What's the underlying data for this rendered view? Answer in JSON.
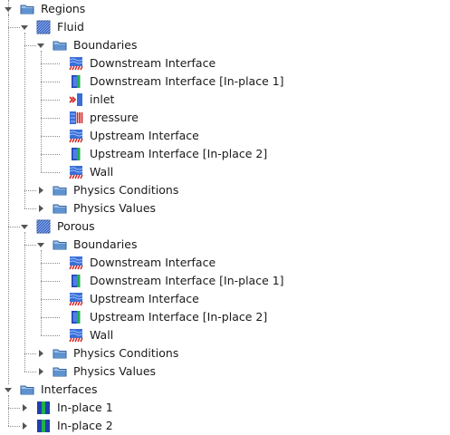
{
  "tree": [
    {
      "id": "regions",
      "label": "Regions",
      "icon": "folder",
      "level": 0,
      "expanded": true,
      "has_children": true
    },
    {
      "id": "fluid",
      "label": "Fluid",
      "icon": "region",
      "level": 1,
      "expanded": true,
      "has_children": true
    },
    {
      "id": "fluid-boundaries",
      "label": "Boundaries",
      "icon": "folder",
      "level": 2,
      "expanded": true,
      "has_children": true
    },
    {
      "id": "fluid-downstream",
      "label": "Downstream Interface",
      "icon": "boundary-wall",
      "level": 3,
      "has_children": false
    },
    {
      "id": "fluid-downstream-inplace1",
      "label": "Downstream Interface [In-place 1]",
      "icon": "boundary-interface",
      "level": 3,
      "has_children": false
    },
    {
      "id": "fluid-inlet",
      "label": "inlet",
      "icon": "boundary-inlet",
      "level": 3,
      "has_children": false
    },
    {
      "id": "fluid-pressure",
      "label": "pressure",
      "icon": "boundary-pressure",
      "level": 3,
      "has_children": false
    },
    {
      "id": "fluid-upstream",
      "label": "Upstream Interface",
      "icon": "boundary-wall",
      "level": 3,
      "has_children": false
    },
    {
      "id": "fluid-upstream-inplace2",
      "label": "Upstream Interface [In-place 2]",
      "icon": "boundary-interface",
      "level": 3,
      "has_children": false
    },
    {
      "id": "fluid-wall",
      "label": "Wall",
      "icon": "boundary-wall",
      "level": 3,
      "has_children": false
    },
    {
      "id": "fluid-physics-conditions",
      "label": "Physics Conditions",
      "icon": "folder",
      "level": 2,
      "expanded": false,
      "has_children": true
    },
    {
      "id": "fluid-physics-values",
      "label": "Physics Values",
      "icon": "folder",
      "level": 2,
      "expanded": false,
      "has_children": true
    },
    {
      "id": "porous",
      "label": "Porous",
      "icon": "region",
      "level": 1,
      "expanded": true,
      "has_children": true
    },
    {
      "id": "porous-boundaries",
      "label": "Boundaries",
      "icon": "folder",
      "level": 2,
      "expanded": true,
      "has_children": true
    },
    {
      "id": "porous-downstream",
      "label": "Downstream Interface",
      "icon": "boundary-wall",
      "level": 3,
      "has_children": false
    },
    {
      "id": "porous-downstream-inplace1",
      "label": "Downstream Interface [In-place 1]",
      "icon": "boundary-interface",
      "level": 3,
      "has_children": false
    },
    {
      "id": "porous-upstream",
      "label": "Upstream Interface",
      "icon": "boundary-wall",
      "level": 3,
      "has_children": false
    },
    {
      "id": "porous-upstream-inplace2",
      "label": "Upstream Interface [In-place 2]",
      "icon": "boundary-interface",
      "level": 3,
      "has_children": false
    },
    {
      "id": "porous-wall",
      "label": "Wall",
      "icon": "boundary-wall",
      "level": 3,
      "has_children": false
    },
    {
      "id": "porous-physics-conditions",
      "label": "Physics Conditions",
      "icon": "folder",
      "level": 2,
      "expanded": false,
      "has_children": true
    },
    {
      "id": "porous-physics-values",
      "label": "Physics Values",
      "icon": "folder",
      "level": 2,
      "expanded": false,
      "has_children": true
    },
    {
      "id": "interfaces",
      "label": "Interfaces",
      "icon": "folder",
      "level": 0,
      "expanded": true,
      "has_children": true
    },
    {
      "id": "inplace1",
      "label": "In-place 1",
      "icon": "interface",
      "level": 1,
      "expanded": false,
      "has_children": true
    },
    {
      "id": "inplace2",
      "label": "In-place 2",
      "icon": "interface",
      "level": 1,
      "expanded": false,
      "has_children": true
    }
  ],
  "colors": {
    "folder_body": "#5f93d0",
    "folder_tab": "#9fc1e8",
    "folder_outline": "#2f5f9e",
    "region_blue": "#2f62c9",
    "boundary_blue": "#3a6fd8",
    "boundary_red": "#d21f1f",
    "interface_green": "#21b04a",
    "interface_blue": "#1f3fb0",
    "toggle": "#555555",
    "guide": "#8a8a8a"
  }
}
